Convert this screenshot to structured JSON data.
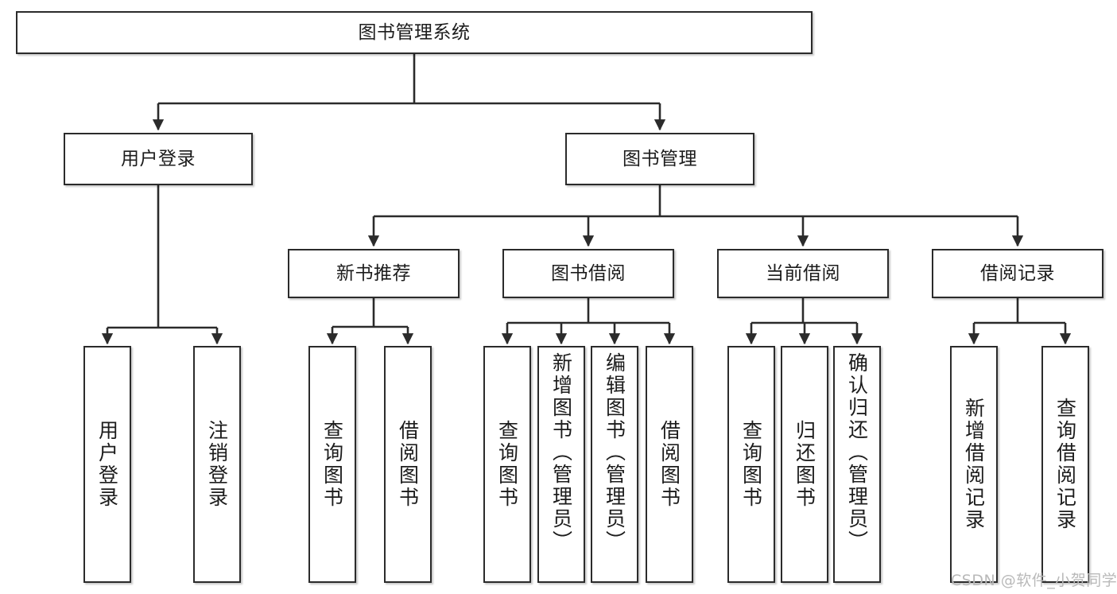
{
  "diagram": {
    "type": "tree-hierarchy-diagram",
    "title": "图书管理系统",
    "watermark": "CSDN @软件_小贺同学",
    "colors": {
      "node_border": "#2b2b2b",
      "node_fill": "#ffffff",
      "edge": "#2b2b2b",
      "text": "#1c1c1c",
      "watermark": "#b9b9b9"
    },
    "levels": {
      "root": "图书管理系统",
      "level2": [
        "用户登录",
        "图书管理"
      ],
      "level3": [
        "新书推荐",
        "图书借阅",
        "当前借阅",
        "借阅记录"
      ]
    },
    "nodes": {
      "root": {
        "label": "图书管理系统"
      },
      "user_login": {
        "label": "用户登录"
      },
      "book_manage": {
        "label": "图书管理"
      },
      "new_book_rec": {
        "label": "新书推荐"
      },
      "book_borrow": {
        "label": "图书借阅"
      },
      "current_borrow": {
        "label": "当前借阅"
      },
      "borrow_record": {
        "label": "借阅记录"
      },
      "leaf_user_login": {
        "label": "用户登录"
      },
      "leaf_logout": {
        "label": "注销登录"
      },
      "leaf_query_book_a": {
        "label": "查询图书"
      },
      "leaf_borrow_book_a": {
        "label": "借阅图书"
      },
      "leaf_query_book_b": {
        "label": "查询图书"
      },
      "leaf_add_book": {
        "label": "新增图书（管理员）"
      },
      "leaf_edit_book": {
        "label": "编辑图书（管理员）"
      },
      "leaf_borrow_book_b": {
        "label": "借阅图书"
      },
      "leaf_query_book_c": {
        "label": "查询图书"
      },
      "leaf_return_book": {
        "label": "归还图书"
      },
      "leaf_confirm_return": {
        "label": "确认归还（管理员）"
      },
      "leaf_add_record": {
        "label": "新增借阅记录"
      },
      "leaf_query_record": {
        "label": "查询借阅记录"
      }
    },
    "edges": [
      {
        "from": "图书管理系统",
        "to": "用户登录"
      },
      {
        "from": "图书管理系统",
        "to": "图书管理"
      },
      {
        "from": "用户登录",
        "to": "用户登录"
      },
      {
        "from": "用户登录",
        "to": "注销登录"
      },
      {
        "from": "图书管理",
        "to": "新书推荐"
      },
      {
        "from": "图书管理",
        "to": "图书借阅"
      },
      {
        "from": "图书管理",
        "to": "当前借阅"
      },
      {
        "from": "图书管理",
        "to": "借阅记录"
      },
      {
        "from": "新书推荐",
        "to": "查询图书"
      },
      {
        "from": "新书推荐",
        "to": "借阅图书"
      },
      {
        "from": "图书借阅",
        "to": "查询图书"
      },
      {
        "from": "图书借阅",
        "to": "新增图书（管理员）"
      },
      {
        "from": "图书借阅",
        "to": "编辑图书（管理员）"
      },
      {
        "from": "图书借阅",
        "to": "借阅图书"
      },
      {
        "from": "当前借阅",
        "to": "查询图书"
      },
      {
        "from": "当前借阅",
        "to": "归还图书"
      },
      {
        "from": "当前借阅",
        "to": "确认归还（管理员）"
      },
      {
        "from": "借阅记录",
        "to": "新增借阅记录"
      },
      {
        "from": "借阅记录",
        "to": "查询借阅记录"
      }
    ]
  }
}
